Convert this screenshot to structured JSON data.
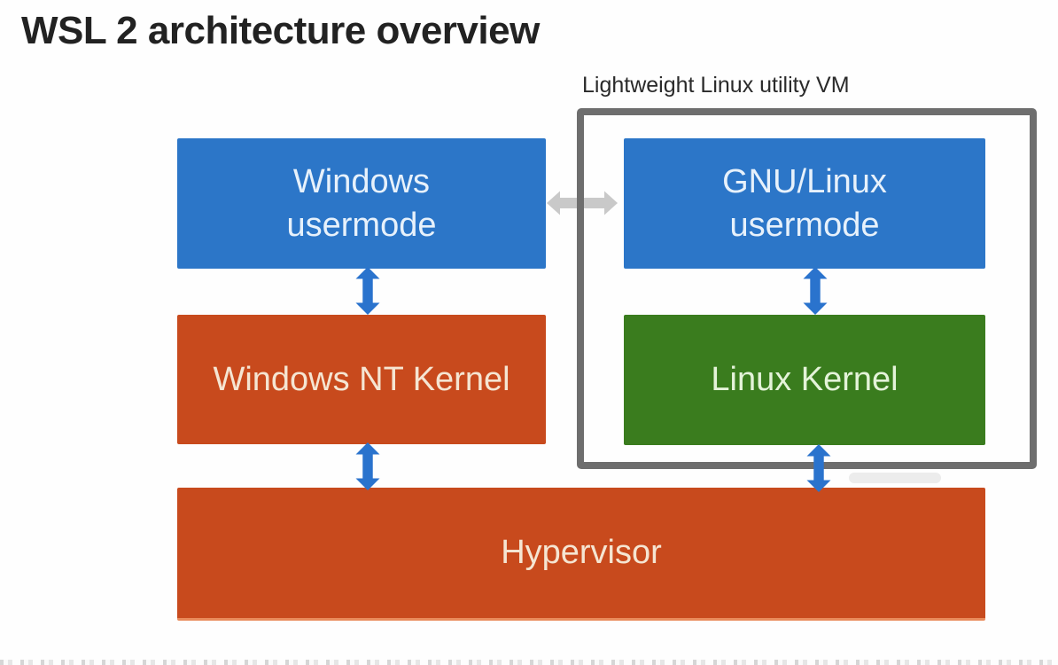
{
  "title": "WSL 2 architecture overview",
  "vm_group": {
    "label": "Lightweight Linux utility VM",
    "border_color": "#6e6e6e"
  },
  "boxes": {
    "windows_usermode": {
      "label": "Windows\nusermode",
      "color": "#2c76c8"
    },
    "gnu_linux_usermode": {
      "label": "GNU/Linux\nusermode",
      "color": "#2c76c8"
    },
    "windows_nt_kernel": {
      "label": "Windows NT Kernel",
      "color": "#c84a1d"
    },
    "linux_kernel": {
      "label": "Linux Kernel",
      "color": "#3a7c1e"
    },
    "hypervisor": {
      "label": "Hypervisor",
      "color": "#c84a1d"
    }
  },
  "connectors": {
    "vertical_arrow_icon": "double-headed-vertical-arrow",
    "horizontal_arrow_icon": "double-headed-horizontal-arrow",
    "blue_arrow_color": "#2a73cd",
    "gray_arrow_color": "#c9c9c9"
  },
  "colors": {
    "background": "#fefefe",
    "title_text": "#222222",
    "blue": "#2c76c8",
    "orange": "#c84a1d",
    "green": "#3a7c1e"
  }
}
